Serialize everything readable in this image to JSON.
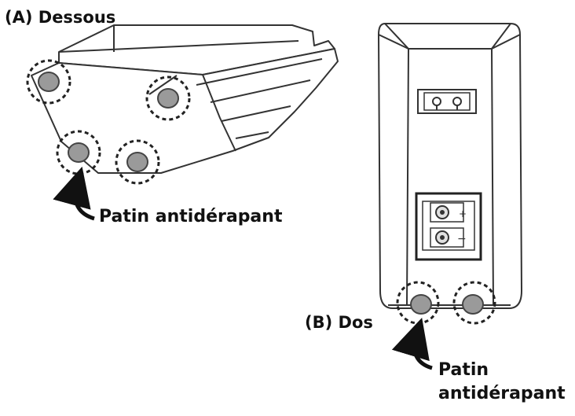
{
  "labels": {
    "bottom_view": "(A) Dessous",
    "back_view": "(B) Dos",
    "pad_label_1": "Patin antidérapant",
    "pad_label_2_line1": "Patin",
    "pad_label_2_line2": "antidérapant"
  },
  "terminals": {
    "positive_symbol": "+",
    "negative_symbol": "−"
  }
}
